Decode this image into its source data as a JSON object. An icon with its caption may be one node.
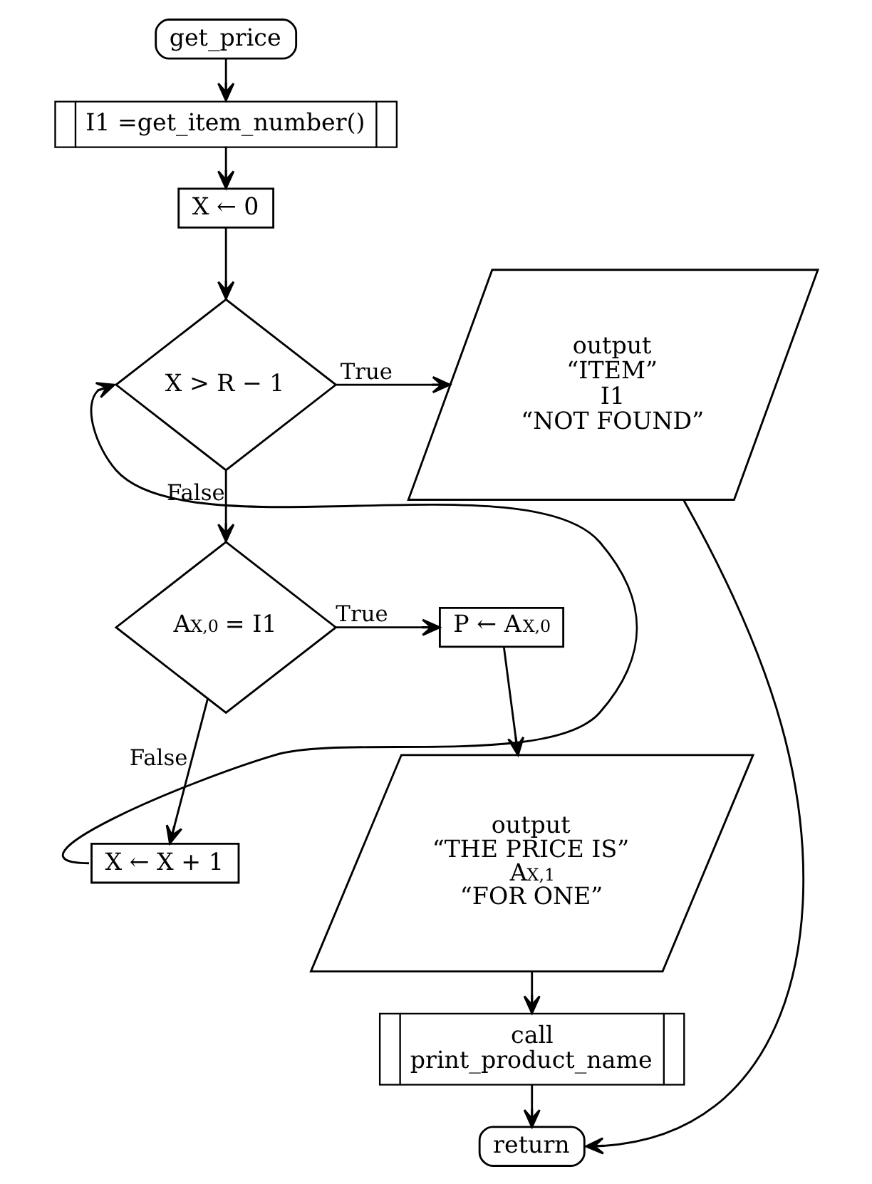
{
  "diagram": {
    "nodes": [
      {
        "text": [
          "get_price"
        ]
      },
      {
        "text": [
          "I1 =get_item_number()"
        ]
      },
      {
        "text": [
          "X ← 0"
        ]
      },
      {
        "text": [
          "X > R − 1"
        ]
      },
      {
        "text": [
          "output",
          "“ITEM”",
          "I1",
          "“NOT FOUND”"
        ]
      },
      {
        "text": [
          "A$_{X,0}$ = I1"
        ]
      },
      {
        "text": [
          "P ← A$_{X,0}$"
        ]
      },
      {
        "text": [
          "output",
          "“THE PRICE IS”",
          "A$_{X,1}$",
          "“FOR ONE”"
        ]
      },
      {
        "text": [
          "X ← X + 1"
        ]
      },
      {
        "text": [
          "call",
          "print_product_name"
        ]
      },
      {
        "text": [
          "return"
        ]
      }
    ],
    "edges": [
      {
        "from": 0,
        "to": 1,
        "arrow": "to"
      },
      {
        "from": 1,
        "to": 2,
        "arrow": "to"
      },
      {
        "from": 2,
        "to": 3,
        "arrow": "to"
      },
      {
        "from": 3,
        "to": 4,
        "arrow": "to",
        "label": "True"
      },
      {
        "from": 3,
        "to": 5,
        "arrow": "to",
        "label": "False"
      },
      {
        "from": 5,
        "to": 6,
        "arrow": "to",
        "label": "True"
      },
      {
        "from": 6,
        "to": 7,
        "arrow": "to"
      },
      {
        "from": 7,
        "to": 9,
        "arrow": "to"
      },
      {
        "from": 9,
        "to": 10,
        "arrow": "to"
      },
      {
        "from": 4,
        "to": 10,
        "arrow": "to"
      },
      {
        "from": 5,
        "to": 8,
        "arrow": "to",
        "label": "False"
      },
      {
        "from": 8,
        "to": 3,
        "arrow": "to"
      }
    ]
  }
}
